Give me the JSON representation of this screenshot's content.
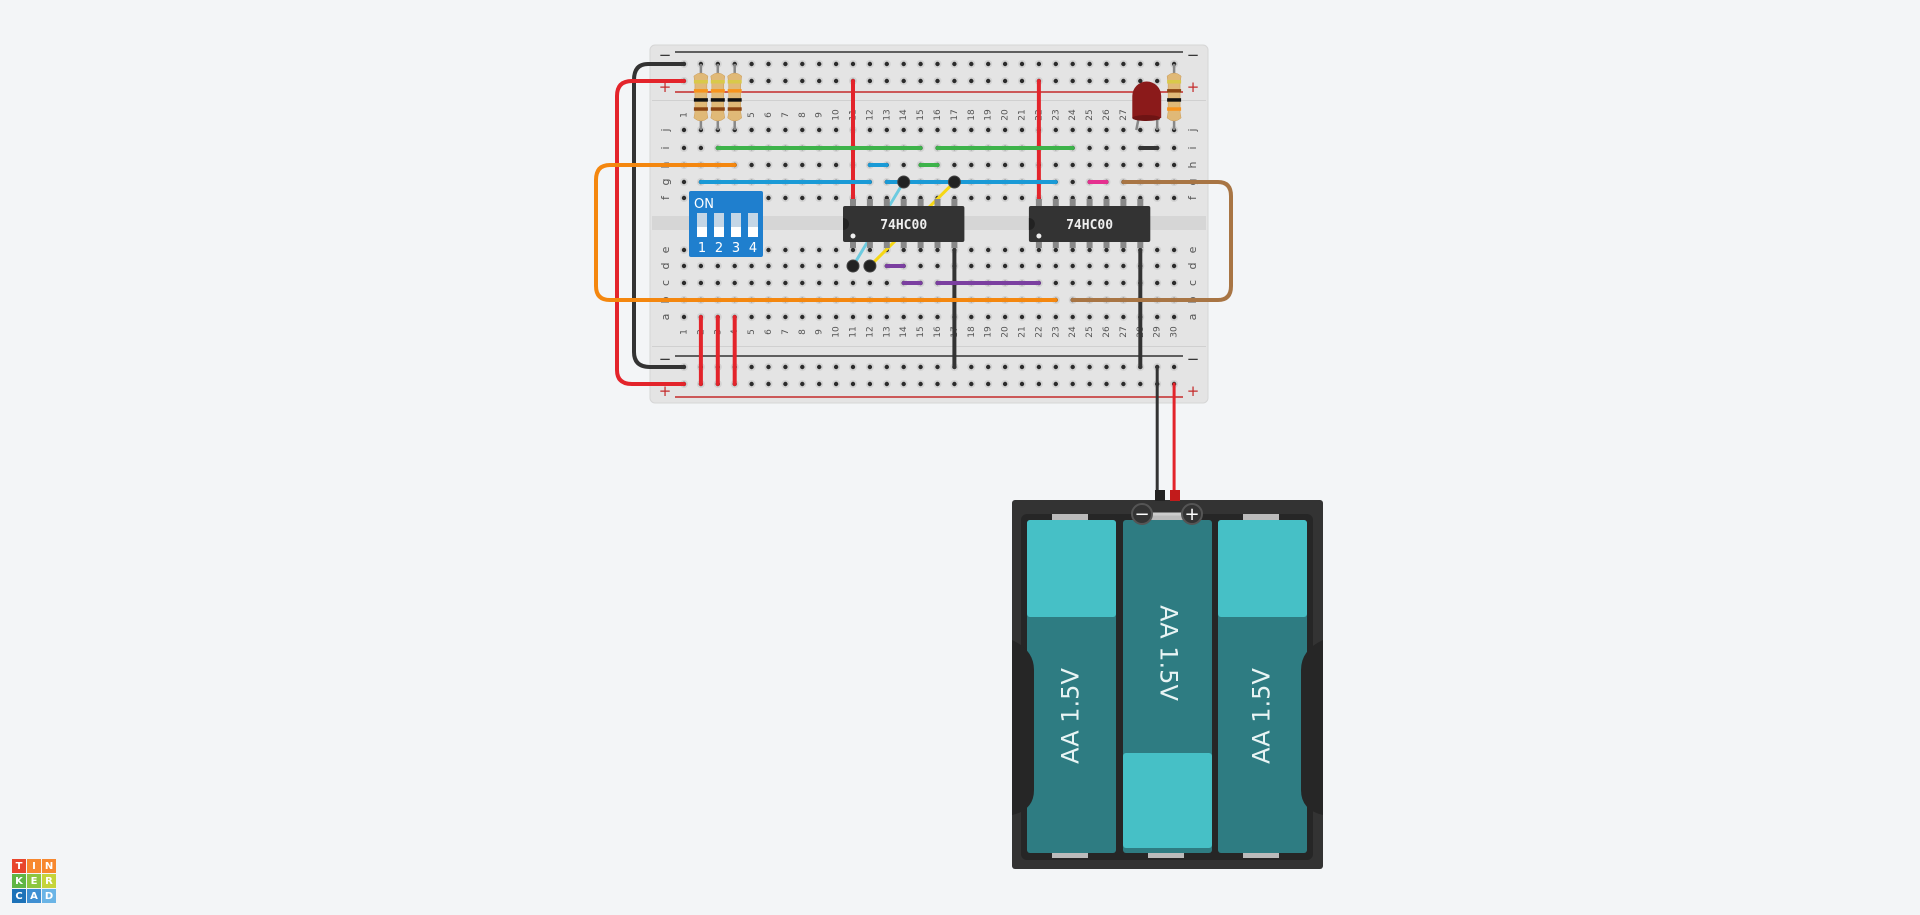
{
  "app": {
    "name": "Tinkercad",
    "logo_letters": [
      "T",
      "I",
      "N",
      "K",
      "E",
      "R",
      "C",
      "A",
      "D"
    ],
    "logo_colors": [
      "#e8452c",
      "#f7882f",
      "#f7882f",
      "#5fb544",
      "#8dc63f",
      "#c6d43a",
      "#1d72b8",
      "#3f8fd2",
      "#6ab4e6"
    ]
  },
  "breadboard": {
    "columns": 30,
    "row_labels_top": [
      "j",
      "i",
      "h",
      "g",
      "f"
    ],
    "row_labels_bottom": [
      "e",
      "d",
      "c",
      "b",
      "a"
    ],
    "rail_minus": "−",
    "rail_plus": "+"
  },
  "components": {
    "ic1": {
      "label": "74HC00"
    },
    "ic2": {
      "label": "74HC00"
    },
    "dip_switch": {
      "label": "ON",
      "switch_numbers": [
        "1",
        "2",
        "3",
        "4"
      ],
      "states": [
        "off",
        "off",
        "off",
        "off"
      ]
    },
    "led": {
      "color": "#8b1a1a"
    },
    "resistors": [
      {
        "name": "resistor-1",
        "bands": [
          "#d9c94a",
          "#f7941d",
          "#111111",
          "#8b4513"
        ]
      },
      {
        "name": "resistor-2",
        "bands": [
          "#d9c94a",
          "#f7941d",
          "#111111",
          "#8b4513"
        ]
      },
      {
        "name": "resistor-3",
        "bands": [
          "#d9c94a",
          "#f7941d",
          "#111111",
          "#8b4513"
        ]
      },
      {
        "name": "resistor-4",
        "bands": [
          "#d9c94a",
          "#8b4513",
          "#111111",
          "#f7941d"
        ]
      }
    ],
    "battery_pack": {
      "cells": [
        "AA 1.5V",
        "AA 1.5V",
        "AA 1.5V"
      ],
      "minus_symbol": "−",
      "plus_symbol": "+"
    }
  },
  "colors": {
    "wire_red": "#e3242b",
    "wire_black": "#333333",
    "wire_green": "#3db34a",
    "wire_blue": "#1a9ad6",
    "wire_orange": "#f4870f",
    "wire_brown": "#a87544",
    "wire_purple": "#7b3fa0",
    "wire_pink": "#e5308f",
    "wire_yellow": "#f6d714",
    "wire_lightblue": "#6ccbe0",
    "battery_light": "#46c0c6",
    "battery_dark": "#2e7c82",
    "dip_blue": "#1f7fce"
  }
}
